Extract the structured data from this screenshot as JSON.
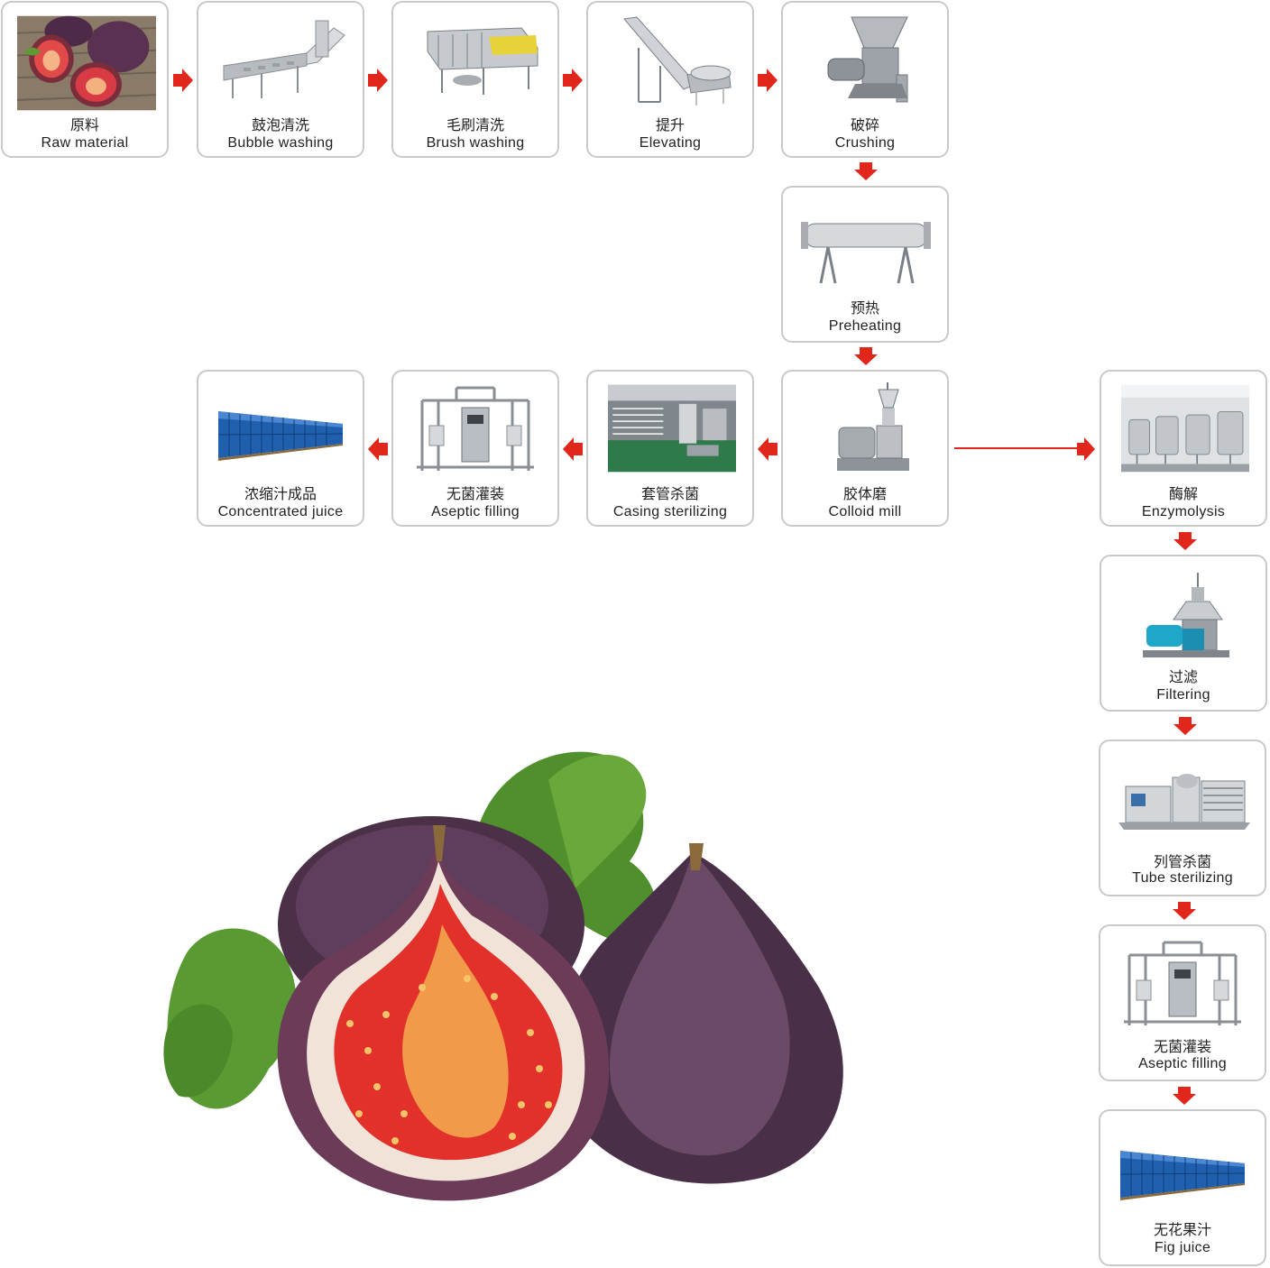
{
  "steps": {
    "raw": {
      "zh": "原料",
      "en": "Raw material"
    },
    "bubble": {
      "zh": "鼓泡清洗",
      "en": "Bubble washing"
    },
    "brush": {
      "zh": "毛刷清洗",
      "en": "Brush washing"
    },
    "elevating": {
      "zh": "提升",
      "en": "Elevating"
    },
    "crushing": {
      "zh": "破碎",
      "en": "Crushing"
    },
    "preheating": {
      "zh": "预热",
      "en": "Preheating"
    },
    "colloid": {
      "zh": "胶体磨",
      "en": "Colloid mill"
    },
    "casing": {
      "zh": "套管杀菌",
      "en": "Casing sterilizing"
    },
    "aseptic1": {
      "zh": "无菌灌装",
      "en": "Aseptic filling"
    },
    "concentrated": {
      "zh": "浓缩汁成品",
      "en": "Concentrated juice"
    },
    "enzymolysis": {
      "zh": "酶解",
      "en": "Enzymolysis"
    },
    "filtering": {
      "zh": "过滤",
      "en": "Filtering"
    },
    "tube": {
      "zh": "列管杀菌",
      "en": "Tube sterilizing"
    },
    "aseptic2": {
      "zh": "无菌灌装",
      "en": "Aseptic filling"
    },
    "figjuice": {
      "zh": "无花果汁",
      "en": "Fig juice"
    }
  },
  "colors": {
    "arrow": "#e1261c",
    "border": "#c9c9c9",
    "fig_skin": "#5b3a5e",
    "fig_flesh": "#e2302a",
    "leaf": "#5d9a35",
    "drum": "#1f5fae"
  }
}
